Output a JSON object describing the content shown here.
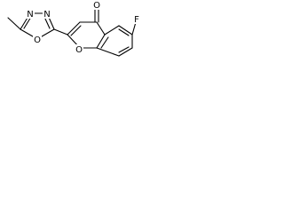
{
  "structure": {
    "atoms": {
      "ketone_oxygen": "O",
      "ring_oxygen": "O",
      "fluorine": "F",
      "oxadiazole_oxygen": "O",
      "oxadiazole_n1": "N",
      "oxadiazole_n2": "N"
    }
  },
  "colors": {
    "bond": "#000000",
    "label": "#000000",
    "background": "#ffffff"
  }
}
